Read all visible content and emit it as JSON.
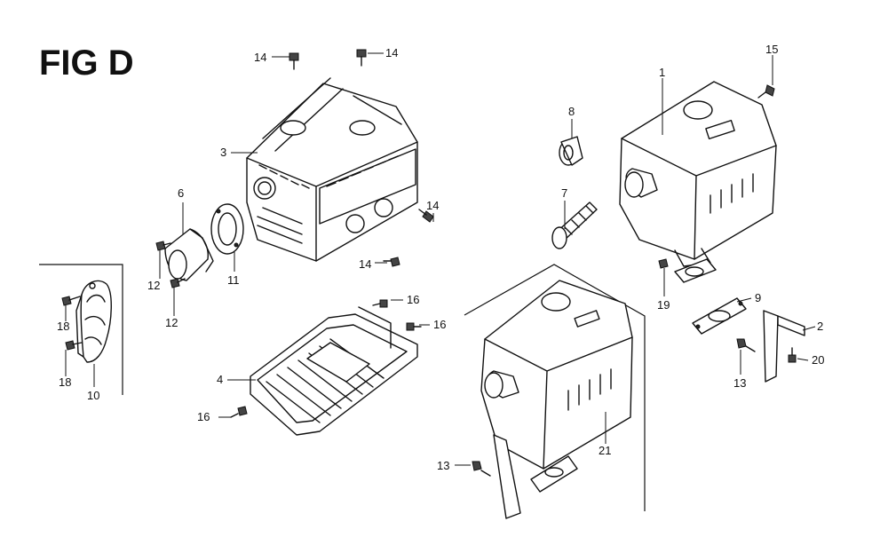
{
  "figure": {
    "title": "FIG D"
  },
  "callouts": {
    "c1": "1",
    "c2": "2",
    "c3": "3",
    "c4": "4",
    "c6": "6",
    "c7": "7",
    "c8": "8",
    "c9": "9",
    "c10": "10",
    "c11": "11",
    "c12a": "12",
    "c12b": "12",
    "c13a": "13",
    "c13b": "13",
    "c14a": "14",
    "c14b": "14",
    "c14c": "14",
    "c14d": "14",
    "c15": "15",
    "c16a": "16",
    "c16b": "16",
    "c16c": "16",
    "c18a": "18",
    "c18b": "18",
    "c19": "19",
    "c20": "20",
    "c21": "21"
  }
}
